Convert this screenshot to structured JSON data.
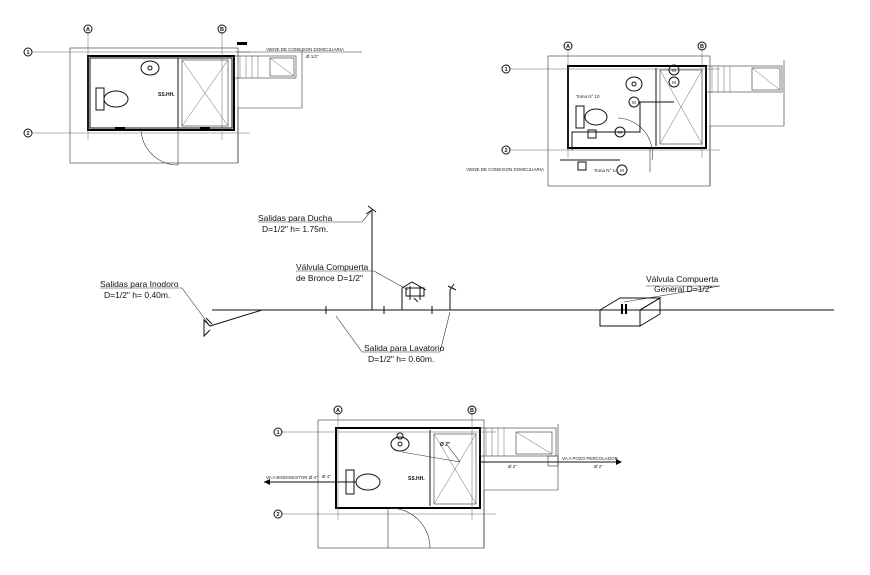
{
  "plan_top_left": {
    "grid_cols": [
      "A",
      "B"
    ],
    "grid_rows": [
      "1",
      "2"
    ],
    "room_label": "SS.HH.",
    "pipe_note": "VIENE DE CONEXION DOMICILIARIA",
    "pipe_size": "Ø 1/2\""
  },
  "plan_top_right": {
    "grid_cols": [
      "A",
      "B"
    ],
    "grid_rows": [
      "1",
      "2"
    ],
    "pipe_note": "VIENE DE CONEXION DOMICILIARIA",
    "tag_1": "Toma N° 10",
    "tag_2": "Toma N° 14",
    "valve_mark": "M"
  },
  "isometric": {
    "shower_title": "Salidas para Ducha",
    "shower_spec": "D=1/2\" h= 1.75m.",
    "toilet_title": "Salidas para Inodoro",
    "toilet_spec": "D=1/2\" h= 0.40m.",
    "bronze_valve_title": "Válvula Compuerta",
    "bronze_valve_spec": "de Bronce D=1/2\"",
    "lavatory_title": "Salida para Lavatorio",
    "lavatory_spec": "D=1/2\" h= 0.60m.",
    "general_valve_title": "Válvula Compuerta",
    "general_valve_spec": "General D=1/2\""
  },
  "plan_bottom": {
    "grid_cols": [
      "A",
      "B"
    ],
    "grid_rows": [
      "1",
      "2"
    ],
    "drain_size": "Ø 2\"",
    "room_label": "SS.HH.",
    "biodigester_note": "VA A BIODIGESTOR Ø 4\"",
    "pozo_note": "VA A POZO PERCOLADOR",
    "pozo_size": "Ø 2\"",
    "pipe_size_left": "Ø 4\""
  }
}
